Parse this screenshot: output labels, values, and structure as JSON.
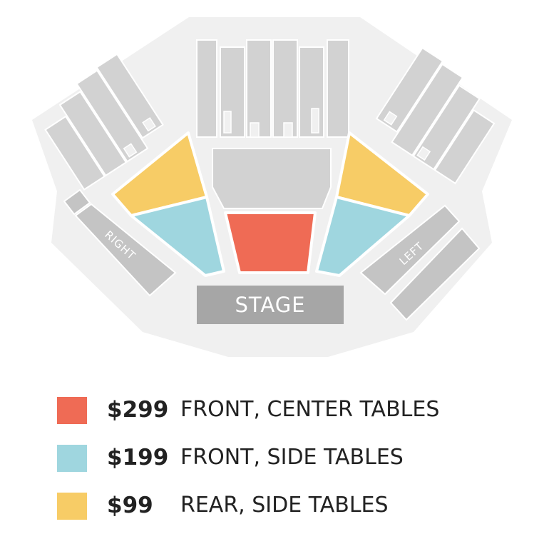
{
  "map": {
    "stage_label": "STAGE",
    "right_label": "RIGHT",
    "left_label": "LEFT"
  },
  "colors": {
    "front_center": "#ef6b55",
    "front_side": "#9fd6df",
    "rear_side": "#f7cc66",
    "seating_gray": "#d2d2d2",
    "stage_gray": "#a6a6a6"
  },
  "legend": [
    {
      "price": "$299",
      "description": "FRONT, CENTER TABLES",
      "color": "#ef6b55"
    },
    {
      "price": "$199",
      "description": "FRONT, SIDE TABLES",
      "color": "#9fd6df"
    },
    {
      "price": "$99",
      "description": "REAR, SIDE TABLES",
      "color": "#f7cc66"
    }
  ]
}
